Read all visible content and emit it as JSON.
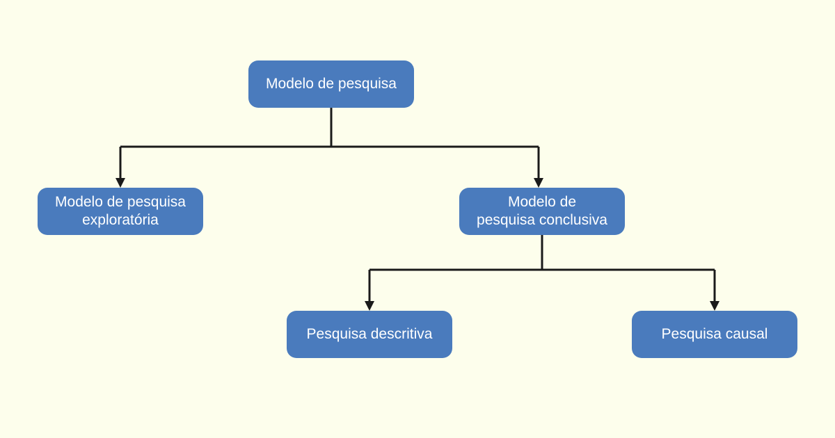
{
  "diagram": {
    "nodes": {
      "root": "Modelo de pesquisa",
      "exploratory": "Modelo de pesquisa\nexploratória",
      "conclusive": "Modelo de\npesquisa conclusiva",
      "descriptive": "Pesquisa descritiva",
      "causal": "Pesquisa causal"
    },
    "edges": [
      {
        "from": "root",
        "to": "exploratory"
      },
      {
        "from": "root",
        "to": "conclusive"
      },
      {
        "from": "conclusive",
        "to": "descriptive"
      },
      {
        "from": "conclusive",
        "to": "causal"
      }
    ],
    "colors": {
      "background": "#fdfeec",
      "node_fill": "#4a7bbd",
      "node_text": "#ffffff",
      "connector": "#1a1a1a"
    }
  }
}
